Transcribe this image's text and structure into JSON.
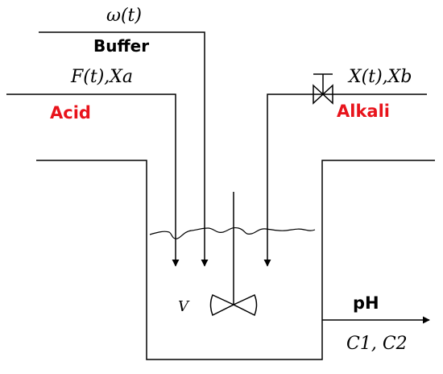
{
  "labels": {
    "buffer_flow": "ω(t)",
    "buffer": "Buffer",
    "acid_flow": "F(t),Xa",
    "acid": "Acid",
    "alkali_flow": "X(t),Xb",
    "alkali": "Alkali",
    "volume": "V",
    "ph": "pH",
    "outlet_concentrations": "C1, C2"
  },
  "colors": {
    "acid": "#e8131b",
    "alkali": "#e8131b",
    "line": "#000000",
    "text": "#000000"
  }
}
